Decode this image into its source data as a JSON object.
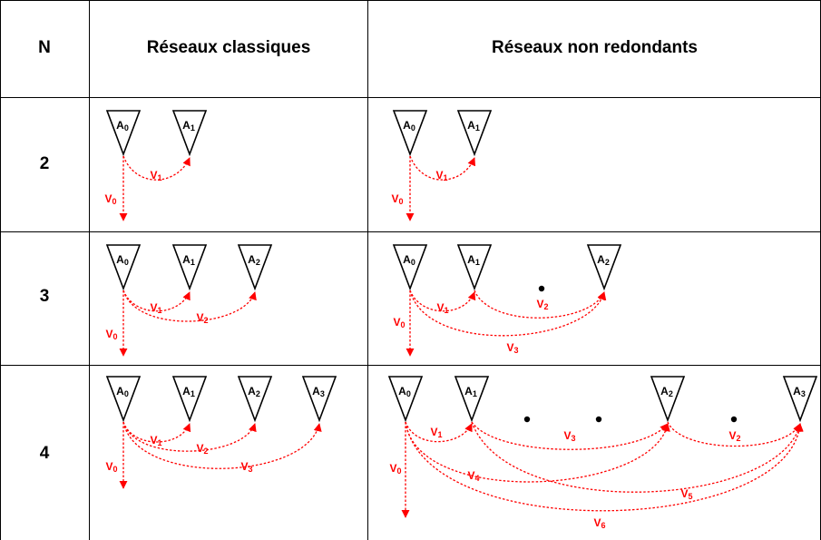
{
  "table": {
    "headers": [
      "N",
      "Réseaux classiques",
      "Réseaux non redondants"
    ],
    "rows": [
      {
        "n": "2",
        "classic": {
          "antennas": [
            {
              "base": "A",
              "sub": "0"
            },
            {
              "base": "A",
              "sub": "1"
            }
          ],
          "vectors": [
            {
              "base": "V",
              "sub": "0"
            },
            {
              "base": "V",
              "sub": "1"
            }
          ]
        },
        "nonredundant": {
          "antennas": [
            {
              "base": "A",
              "sub": "0"
            },
            {
              "base": "A",
              "sub": "1"
            }
          ],
          "vectors": [
            {
              "base": "V",
              "sub": "0"
            },
            {
              "base": "V",
              "sub": "1"
            }
          ],
          "dots": 0
        }
      },
      {
        "n": "3",
        "classic": {
          "antennas": [
            {
              "base": "A",
              "sub": "0"
            },
            {
              "base": "A",
              "sub": "1"
            },
            {
              "base": "A",
              "sub": "2"
            }
          ],
          "vectors": [
            {
              "base": "V",
              "sub": "0"
            },
            {
              "base": "V",
              "sub": "1"
            },
            {
              "base": "V",
              "sub": "2"
            }
          ]
        },
        "nonredundant": {
          "antennas": [
            {
              "base": "A",
              "sub": "0"
            },
            {
              "base": "A",
              "sub": "1"
            },
            {
              "base": "A",
              "sub": "2"
            }
          ],
          "vectors": [
            {
              "base": "V",
              "sub": "0"
            },
            {
              "base": "V",
              "sub": "1"
            },
            {
              "base": "V",
              "sub": "2"
            },
            {
              "base": "V",
              "sub": "3"
            }
          ],
          "dots": 1
        }
      },
      {
        "n": "4",
        "classic": {
          "antennas": [
            {
              "base": "A",
              "sub": "0"
            },
            {
              "base": "A",
              "sub": "1"
            },
            {
              "base": "A",
              "sub": "2"
            },
            {
              "base": "A",
              "sub": "3"
            }
          ],
          "vectors": [
            {
              "base": "V",
              "sub": "0"
            },
            {
              "base": "V",
              "sub": "1"
            },
            {
              "base": "V",
              "sub": "2"
            },
            {
              "base": "V",
              "sub": "3"
            }
          ]
        },
        "nonredundant": {
          "antennas": [
            {
              "base": "A",
              "sub": "0"
            },
            {
              "base": "A",
              "sub": "1"
            },
            {
              "base": "A",
              "sub": "2"
            },
            {
              "base": "A",
              "sub": "3"
            }
          ],
          "vectors": [
            {
              "base": "V",
              "sub": "0"
            },
            {
              "base": "V",
              "sub": "1"
            },
            {
              "base": "V",
              "sub": "3"
            },
            {
              "base": "V",
              "sub": "2"
            },
            {
              "base": "V",
              "sub": "4"
            },
            {
              "base": "V",
              "sub": "5"
            },
            {
              "base": "V",
              "sub": "6"
            }
          ],
          "dots": 3
        }
      }
    ]
  },
  "colors": {
    "grid": "#000000",
    "arrow": "#ff0000",
    "vector_label": "#ff0000",
    "antenna_stroke": "#000000",
    "background": "#ffffff"
  },
  "icons": {
    "antenna": "inverted-triangle-icon",
    "ellipsis_dot": "dot-icon"
  }
}
